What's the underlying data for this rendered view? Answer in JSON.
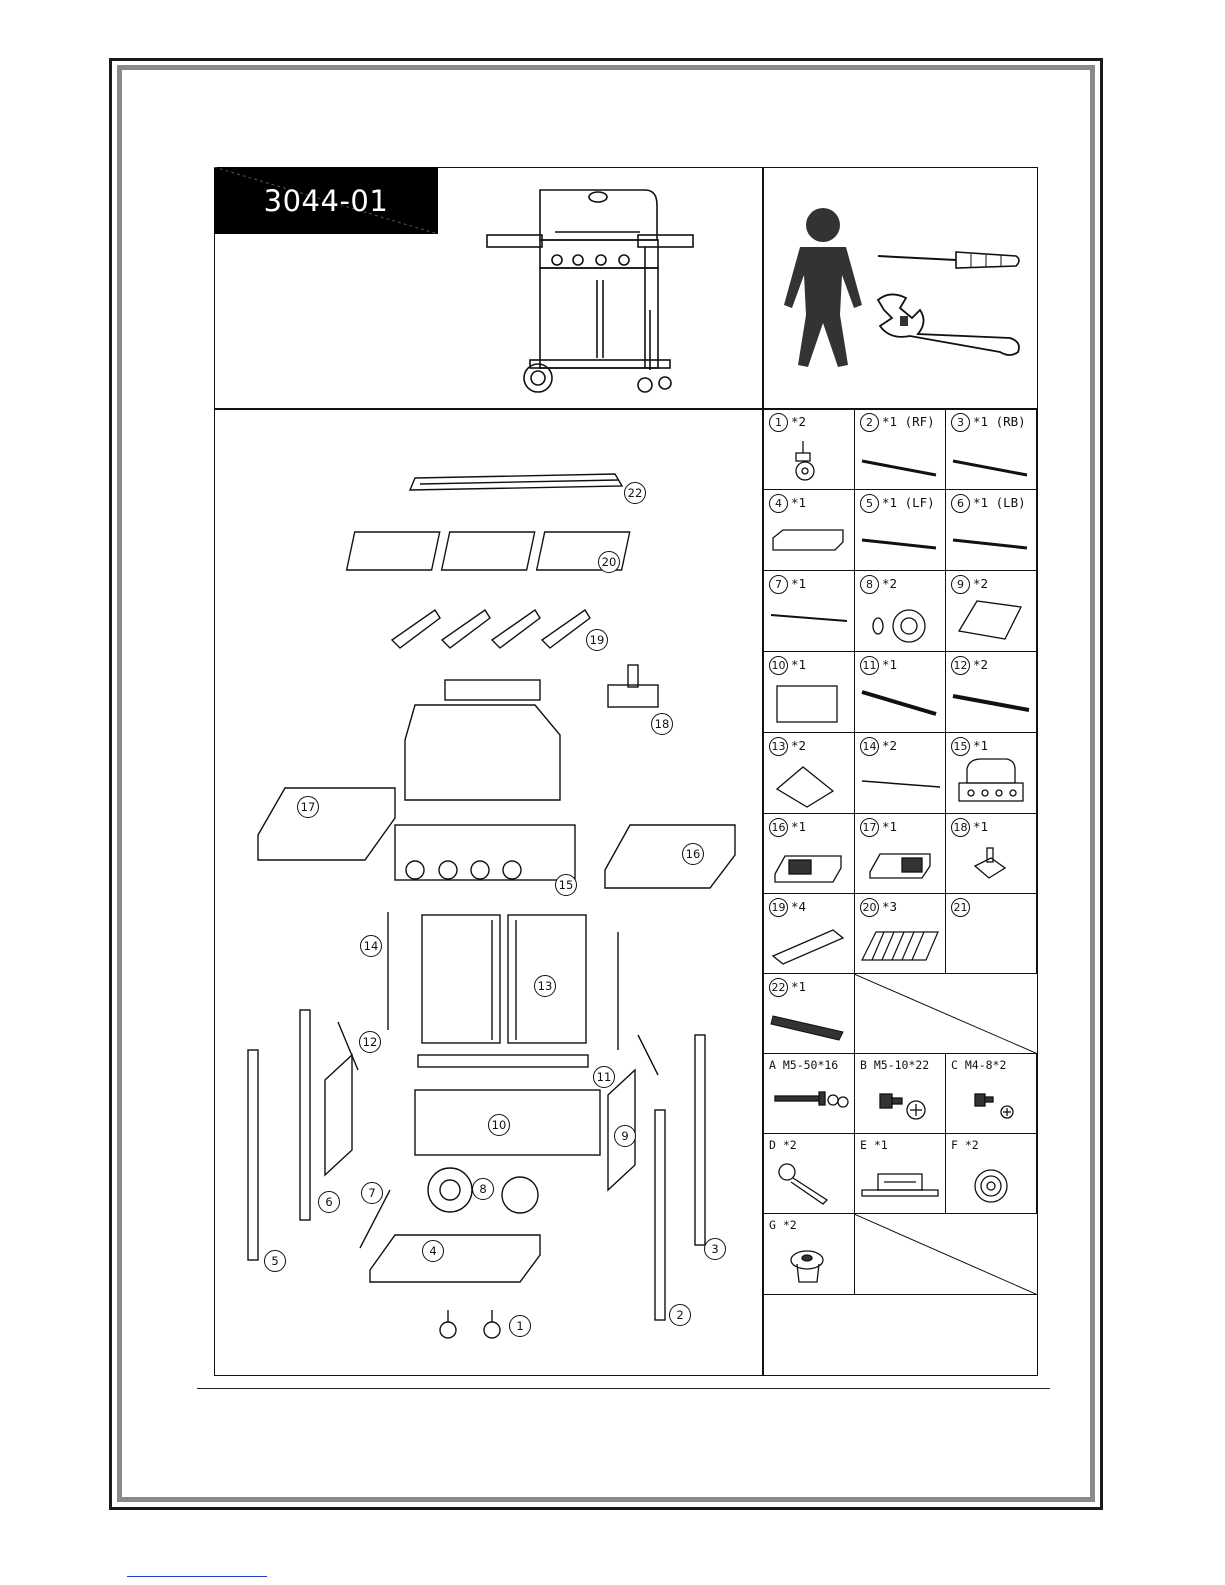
{
  "model_number": "3044-01",
  "parts": [
    {
      "num": "1",
      "qty": "*2",
      "note": ""
    },
    {
      "num": "2",
      "qty": "*1",
      "note": "(RF)"
    },
    {
      "num": "3",
      "qty": "*1",
      "note": "(RB)"
    },
    {
      "num": "4",
      "qty": "*1",
      "note": ""
    },
    {
      "num": "5",
      "qty": "*1",
      "note": "(LF)"
    },
    {
      "num": "6",
      "qty": "*1",
      "note": "(LB)"
    },
    {
      "num": "7",
      "qty": "*1",
      "note": ""
    },
    {
      "num": "8",
      "qty": "*2",
      "note": ""
    },
    {
      "num": "9",
      "qty": "*2",
      "note": ""
    },
    {
      "num": "10",
      "qty": "*1",
      "note": ""
    },
    {
      "num": "11",
      "qty": "*1",
      "note": ""
    },
    {
      "num": "12",
      "qty": "*2",
      "note": ""
    },
    {
      "num": "13",
      "qty": "*2",
      "note": ""
    },
    {
      "num": "14",
      "qty": "*2",
      "note": ""
    },
    {
      "num": "15",
      "qty": "*1",
      "note": ""
    },
    {
      "num": "16",
      "qty": "*1",
      "note": ""
    },
    {
      "num": "17",
      "qty": "*1",
      "note": ""
    },
    {
      "num": "18",
      "qty": "*1",
      "note": ""
    },
    {
      "num": "19",
      "qty": "*4",
      "note": ""
    },
    {
      "num": "20",
      "qty": "*3",
      "note": ""
    },
    {
      "num": "21",
      "qty": "",
      "note": ""
    },
    {
      "num": "22",
      "qty": "*1",
      "note": ""
    }
  ],
  "hardware": [
    {
      "label": "A M5-50*16"
    },
    {
      "label": "B M5-10*22"
    },
    {
      "label": "C M4-8*2"
    },
    {
      "label": "D *2"
    },
    {
      "label": "E *1"
    },
    {
      "label": "F *2"
    },
    {
      "label": "G *2"
    }
  ],
  "callouts": [
    "22",
    "20",
    "19",
    "18",
    "17",
    "15",
    "16",
    "14",
    "13",
    "12",
    "11",
    "10",
    "9",
    "6",
    "7",
    "8",
    "5",
    "4",
    "3",
    "2",
    "1"
  ],
  "icons": [
    "person-icon",
    "screwdriver-icon",
    "wrench-icon",
    "grill-icon"
  ]
}
